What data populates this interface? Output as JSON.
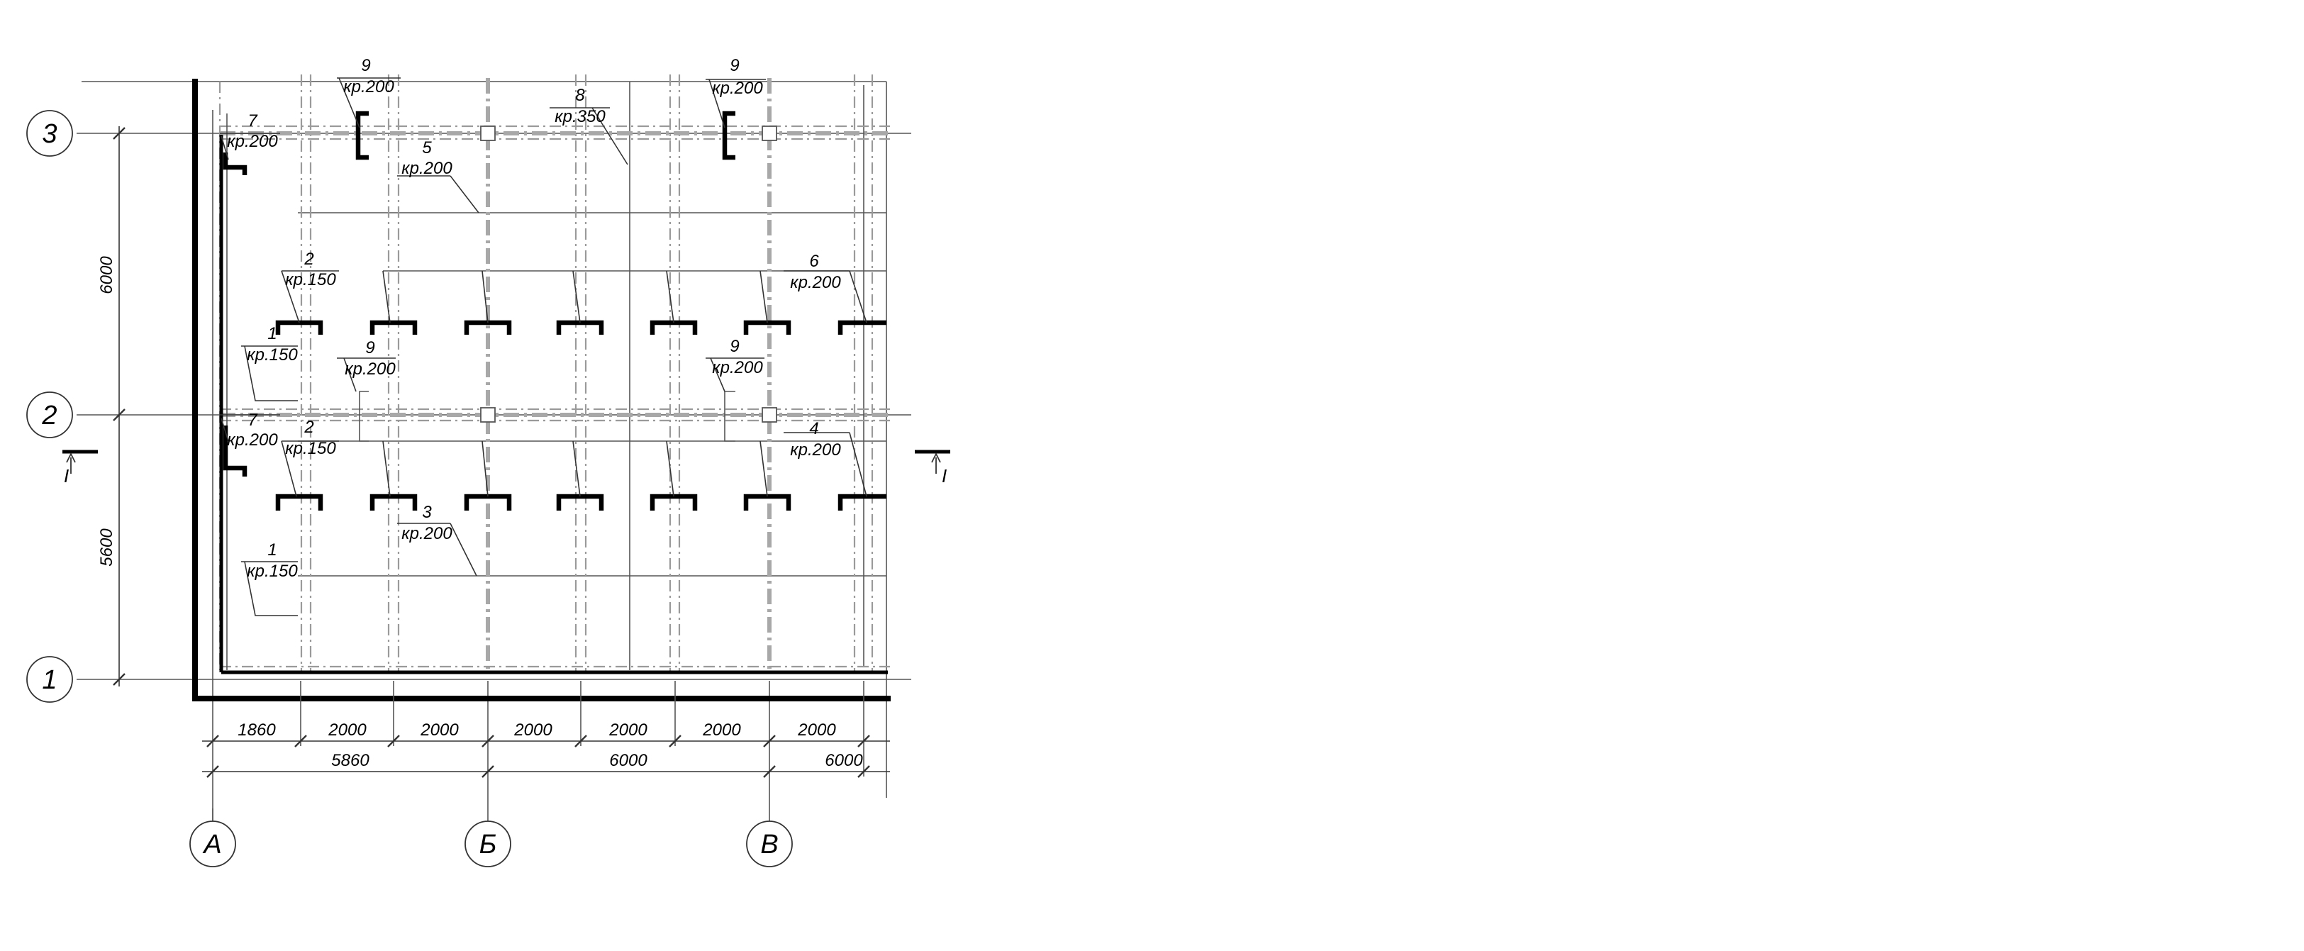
{
  "axes": {
    "rows": [
      {
        "id": "row-3",
        "label": "3"
      },
      {
        "id": "row-2",
        "label": "2"
      },
      {
        "id": "row-1",
        "label": "1"
      }
    ],
    "columns": [
      {
        "id": "col-a",
        "label": "А"
      },
      {
        "id": "col-b",
        "label": "Б"
      },
      {
        "id": "col-v",
        "label": "В"
      }
    ]
  },
  "dimensions": {
    "vertical": [
      "6000",
      "5600"
    ],
    "bottom_row1": [
      "1860",
      "2000",
      "2000",
      "2000",
      "2000",
      "2000",
      "2000"
    ],
    "bottom_row2": [
      "5860",
      "6000",
      "6000"
    ]
  },
  "section_marks": {
    "left": "I",
    "right": "I"
  },
  "callouts": [
    {
      "id": "c9a",
      "num": "9",
      "sub": "кр.200"
    },
    {
      "id": "c9b",
      "num": "9",
      "sub": "кр.200"
    },
    {
      "id": "c8",
      "num": "8",
      "sub": "кр.350"
    },
    {
      "id": "c7a",
      "num": "7",
      "sub": "кр.200"
    },
    {
      "id": "c5",
      "num": "5",
      "sub": "кр.200"
    },
    {
      "id": "c2a",
      "num": "2",
      "sub": "кр.150"
    },
    {
      "id": "c6",
      "num": "6",
      "sub": "кр.200"
    },
    {
      "id": "c1a",
      "num": "1",
      "sub": "кр.150"
    },
    {
      "id": "c9c",
      "num": "9",
      "sub": "кр.200"
    },
    {
      "id": "c9d",
      "num": "9",
      "sub": "кр.200"
    },
    {
      "id": "c7b",
      "num": "7",
      "sub": "кр.200"
    },
    {
      "id": "c2b",
      "num": "2",
      "sub": "кр.150"
    },
    {
      "id": "c4",
      "num": "4",
      "sub": "кр.200"
    },
    {
      "id": "c3",
      "num": "3",
      "sub": "кр.200"
    },
    {
      "id": "c1b",
      "num": "1",
      "sub": "кр.150"
    }
  ]
}
